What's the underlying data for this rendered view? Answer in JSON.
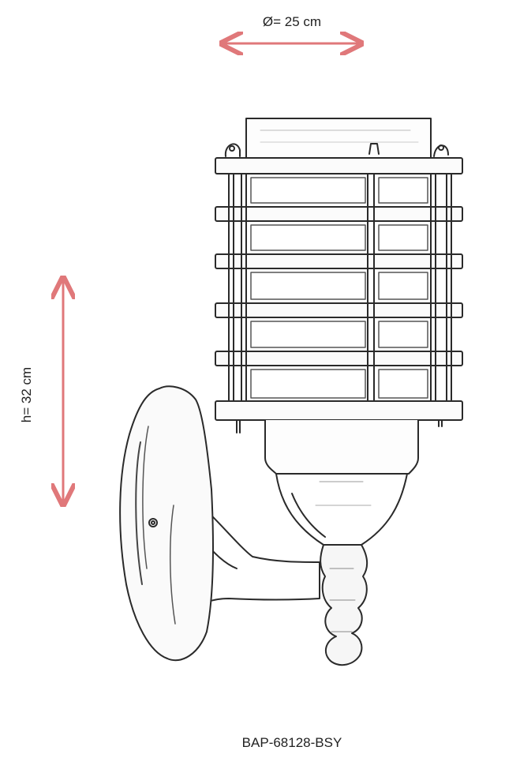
{
  "dimensions": {
    "diameter_label": "Ø= 25 cm",
    "height_label": "h= 32 cm",
    "arrow_color": "#e0787a"
  },
  "product": {
    "model_code": "BAP-68128-BSY"
  },
  "drawing": {
    "subject": "wall-lantern-sketch",
    "line_color": "#2a2a2a"
  }
}
